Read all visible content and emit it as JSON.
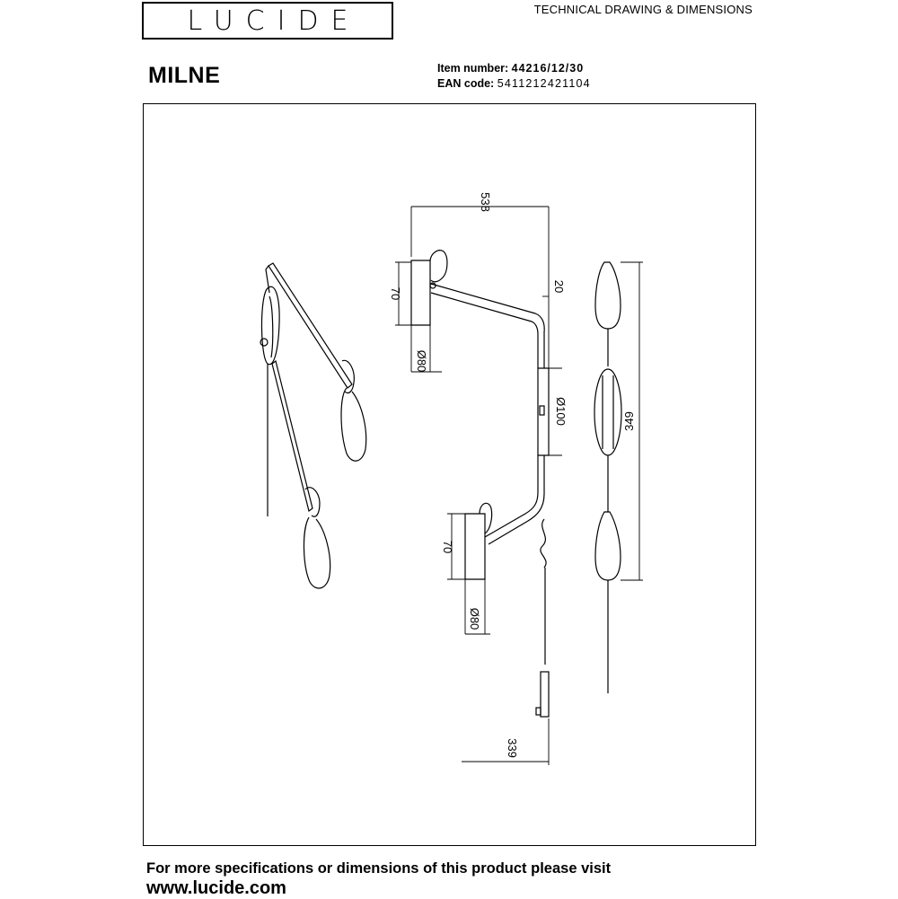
{
  "header": {
    "logo_text": "LUCIDE",
    "right_title": "TECHNICAL DRAWING & DIMENSIONS"
  },
  "product": {
    "name": "MILNE",
    "item_label": "Item number",
    "item_value": "44216/12/30",
    "ean_label": "EAN code",
    "ean_value": "5411212421104"
  },
  "dimensions": {
    "width_total": "538",
    "wall_offset": "20",
    "head_height_top": "70",
    "head_diam_top": "Ø80",
    "plate_diam": "Ø100",
    "total_height": "349",
    "head_height_bottom": "70",
    "head_diam_bottom": "Ø80",
    "cable_offset": "339"
  },
  "footer": {
    "line1": "For more specifications or dimensions of this product please visit",
    "line2": "www.lucide.com"
  }
}
